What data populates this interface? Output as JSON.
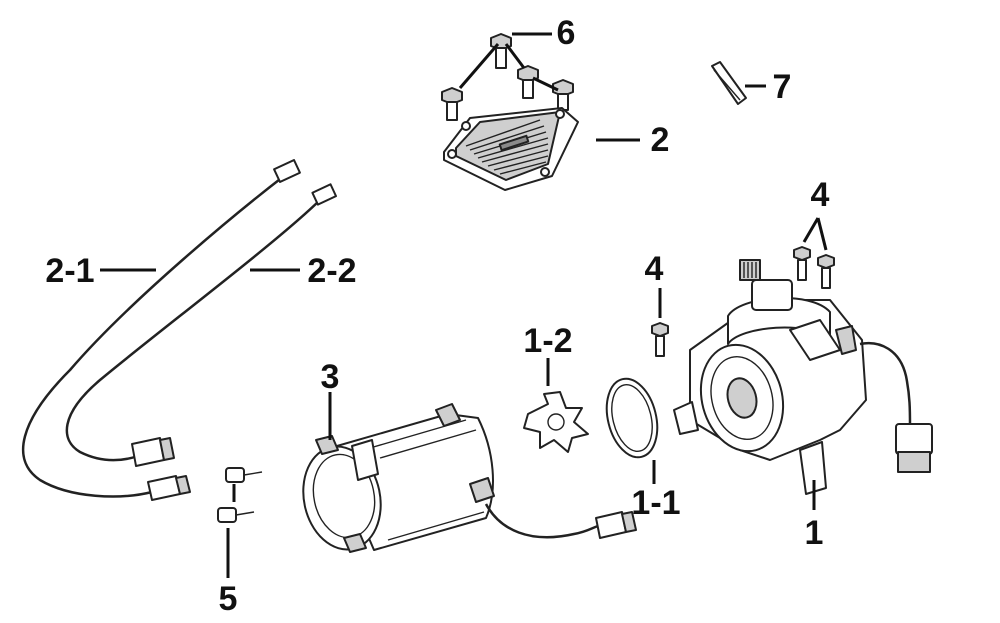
{
  "callouts": {
    "c1": "1",
    "c1_1": "1-1",
    "c1_2": "1-2",
    "c2": "2",
    "c2_1": "2-1",
    "c2_2": "2-2",
    "c3": "3",
    "c4_single": "4",
    "c4_pair": "4",
    "c5": "5",
    "c6": "6",
    "c7": "7"
  }
}
